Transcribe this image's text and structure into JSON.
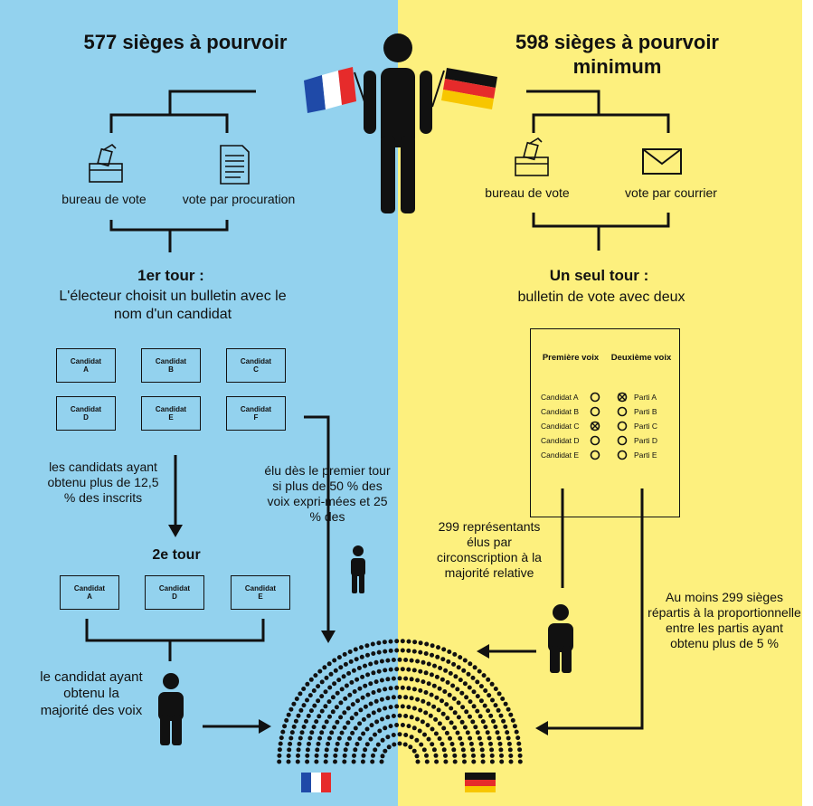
{
  "france": {
    "seats": "577 sièges à pourvoir",
    "methods": {
      "polling": "bureau de vote",
      "proxy": "vote par procuration"
    },
    "round1_title": "1er tour :",
    "round1_desc": "L'électeur choisit un bulletin avec le nom d'un candidat",
    "round1_candidates": [
      {
        "line1": "Candidat",
        "line2": "A"
      },
      {
        "line1": "Candidat",
        "line2": "B"
      },
      {
        "line1": "Candidat",
        "line2": "C"
      },
      {
        "line1": "Candidat",
        "line2": "D"
      },
      {
        "line1": "Candidat",
        "line2": "E"
      },
      {
        "line1": "Candidat",
        "line2": "F"
      }
    ],
    "threshold_text": "les candidats ayant obtenu plus de 12,5 % des inscrits",
    "first_round_win": "élu dès le premier tour si plus de 50 % des voix expri-mées et 25 % des",
    "round2_title": "2e tour",
    "round2_candidates": [
      {
        "line1": "Candidat",
        "line2": "A"
      },
      {
        "line1": "Candidat",
        "line2": "D"
      },
      {
        "line1": "Candidat",
        "line2": "E"
      }
    ],
    "winner_text": "le candidat ayant obtenu la majorité des voix"
  },
  "germany": {
    "seats": "598 sièges  à pourvoir minimum",
    "methods": {
      "polling": "bureau de vote",
      "mail": "vote par courrier"
    },
    "round_title": "Un seul tour :",
    "round_desc": "bulletin de vote avec deux",
    "ballot": {
      "first_vote": "Première voix",
      "second_vote": "Deuxième voix",
      "candidates": [
        "Candidat A",
        "Candidat B",
        "Candidat C",
        "Candidat D",
        "Candidat E"
      ],
      "parties": [
        "Parti A",
        "Parti B",
        "Parti C",
        "Parti D",
        "Parti E"
      ],
      "candidate_marked": 2,
      "party_marked": 0
    },
    "constituency_text": "299 représentants élus par circonscription à la majorité relative",
    "proportional_text": "Au moins 299 sièges répartis à la proportionnelle entre les partis ayant obtenu plus de 5 %"
  },
  "colors": {
    "france_bg": "#93d2ee",
    "germany_bg": "#fdf07e",
    "ink": "#111111"
  }
}
